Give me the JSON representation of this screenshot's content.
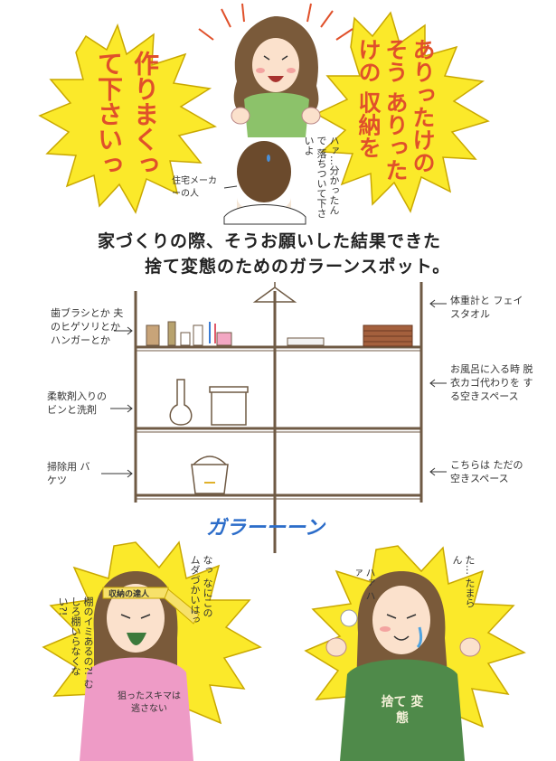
{
  "panel1": {
    "left_burst": "作りまくって下さいっ",
    "right_burst": "ありったけの そう ありったけの 収納を",
    "side_reply": "ハァ…分かったんで 落ちついて下さいよ",
    "builder_label": "住宅メーカーの人"
  },
  "headline": {
    "line1": "家づくりの際、そうお願いした結果できた",
    "line2": "捨て変態のためのガラーンスポット。"
  },
  "shelf_notes": {
    "left_top": "歯ブラシとか 夫のヒゲソリとか ハンガーとか",
    "left_mid": "柔軟剤入りの ビンと洗剤",
    "left_bottom": "掃除用 バケツ",
    "right_top": "体重計と フェイスタオル",
    "right_mid": "お風呂に入る時 脱衣カゴ代わりを する空きスペース",
    "right_bottom": "こちらは ただの 空きスペース",
    "garaan": "ガラーーーン"
  },
  "panel3": {
    "headband": "収納の達人",
    "shout": "なっ なにこの ムダづかいはっ",
    "question": "棚のイミあるの?! むしろ棚いらなくない?!",
    "shirt": "狙ったスキマは 逃さない"
  },
  "panel4": {
    "sigh": "ハァ ハァ",
    "tears": "た… たまらん",
    "shirt": "捨て 変態"
  },
  "colors": {
    "burst_yellow": "#fbe92a",
    "burst_text": "#e0502a",
    "green_shirt": "#8cc26a",
    "dark_green_shirt": "#4f8a4a",
    "pink_shirt": "#ee9bc6",
    "hair_brown": "#7a5a3a",
    "garaan_blue": "#2b6cc9",
    "shelf_brown": "#6f5a44"
  }
}
